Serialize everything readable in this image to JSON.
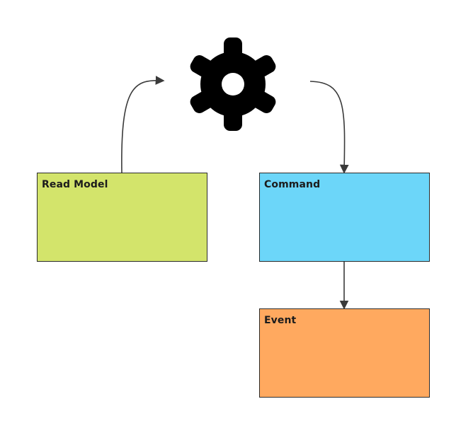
{
  "diagram": {
    "nodes": [
      {
        "id": "read-model",
        "label": "Read Model",
        "color": "#d3e46b"
      },
      {
        "id": "command",
        "label": "Command",
        "color": "#6cd6f9"
      },
      {
        "id": "event",
        "label": "Event",
        "color": "#ffa95f"
      }
    ],
    "processor_icon": "gear-icon",
    "edges": [
      {
        "from": "read-model",
        "to": "processor"
      },
      {
        "from": "processor",
        "to": "command"
      },
      {
        "from": "command",
        "to": "event"
      }
    ],
    "colors": {
      "border": "#2b2b2b",
      "arrow": "#3a3a3a",
      "gear": "#000000"
    }
  }
}
